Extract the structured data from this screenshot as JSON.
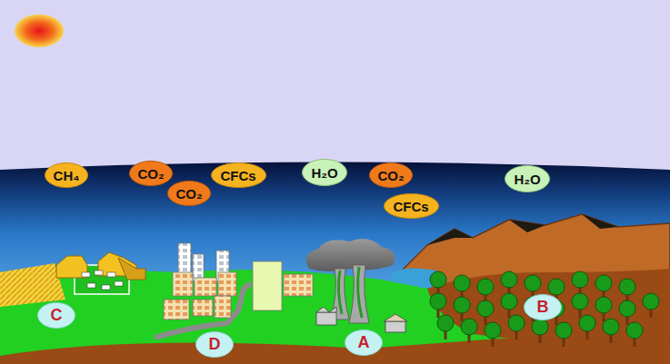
{
  "diagram": {
    "nodes": [
      {
        "text": [
          "CH₄"
        ]
      },
      {
        "text": [
          "CO₂"
        ]
      },
      {
        "text": [
          "CO₂"
        ]
      },
      {
        "text": [
          "CFCs"
        ]
      },
      {
        "text": [
          "H₂O"
        ]
      },
      {
        "text": [
          "CO₂"
        ]
      },
      {
        "text": [
          "CFCs"
        ]
      },
      {
        "text": [
          "H₂O"
        ]
      },
      {
        "text": [
          "C"
        ]
      },
      {
        "text": [
          "D"
        ]
      },
      {
        "text": [
          "A"
        ]
      },
      {
        "text": [
          "B"
        ]
      }
    ]
  }
}
